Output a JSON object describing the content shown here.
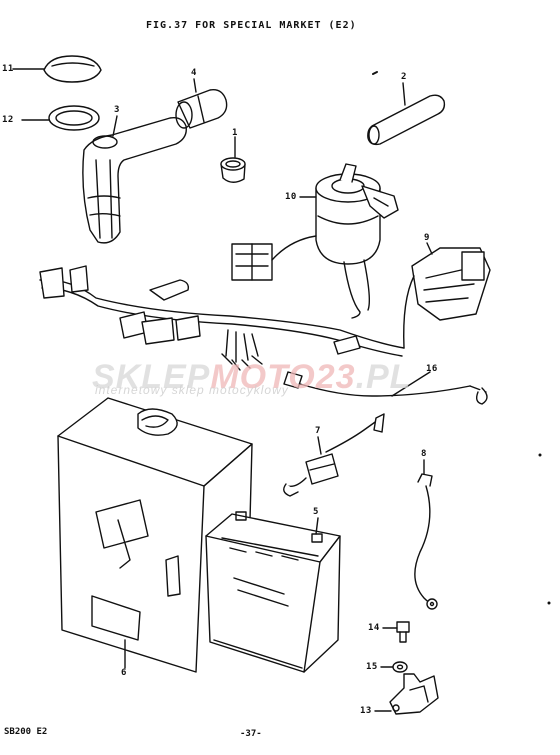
{
  "title": "FIG.37  FOR SPECIAL MARKET (E2)",
  "footer": {
    "model": "SB200  E2",
    "page": "-37-"
  },
  "watermark": {
    "brand_a": "SKLEP",
    "brand_b": "MOTO",
    "brand_c": "23",
    "brand_d": ".PL",
    "tagline": "internetowy sklep motocyklowy"
  },
  "callouts": [
    "1",
    "2",
    "3",
    "4",
    "5",
    "6",
    "7",
    "8",
    "9",
    "10",
    "11",
    "12",
    "13",
    "14",
    "15",
    "16"
  ],
  "colors": {
    "ink": "#111111",
    "watermark_gray": "#d8d8d8",
    "watermark_red": "#f0b8b8",
    "background": "#ffffff"
  }
}
